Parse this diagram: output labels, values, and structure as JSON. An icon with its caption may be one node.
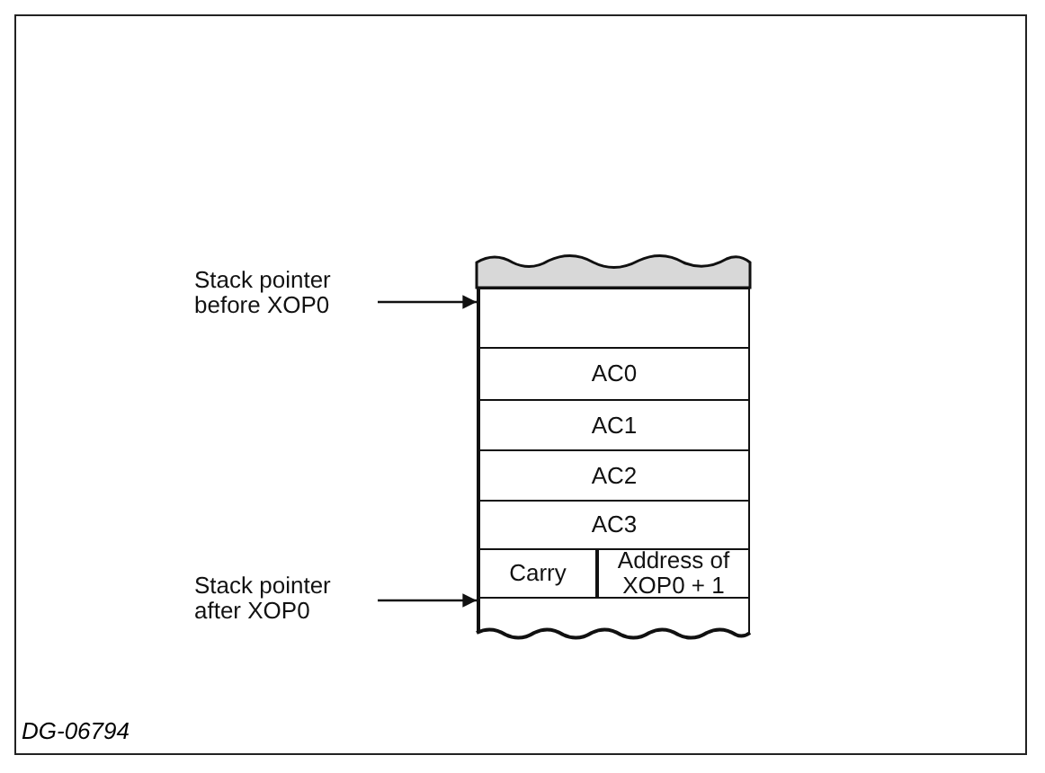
{
  "diagram": {
    "nodes": [
      {
        "text": [
          "Stack pointer before XOP0"
        ]
      },
      {
        "text": [],
        "shape": "box"
      },
      {
        "text": [
          "AC0"
        ]
      },
      {
        "text": [
          "AC1"
        ]
      },
      {
        "text": [
          "AC2"
        ]
      },
      {
        "text": [
          "AC3"
        ]
      },
      {
        "text": [
          "Stack pointer after XOP0"
        ]
      },
      {
        "text": [
          "Carry"
        ]
      },
      {
        "text": [
          "Address of XOP0 + 1"
        ]
      },
      {
        "text": [],
        "shape": "box"
      }
    ],
    "edges": [
      {
        "from": 0,
        "to": 1,
        "arrow": "to"
      },
      {
        "from": 6,
        "to": 9,
        "arrow": "to"
      }
    ],
    "labels": [
      "DG-06794"
    ]
  }
}
